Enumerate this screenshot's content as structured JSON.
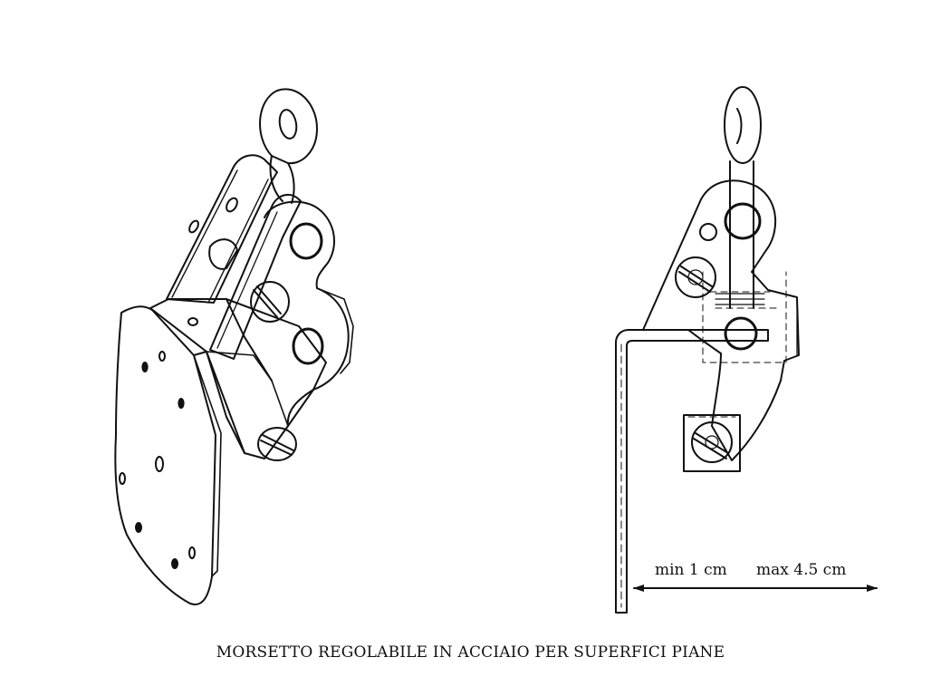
{
  "caption": "MORSETTO REGOLABILE IN ACCIAIO PER SUPERFICI PIANE",
  "dimension": {
    "min_label": "min 1 cm",
    "max_label": "max 4.5 cm"
  },
  "colors": {
    "ink": "#111111",
    "background": "#ffffff"
  }
}
